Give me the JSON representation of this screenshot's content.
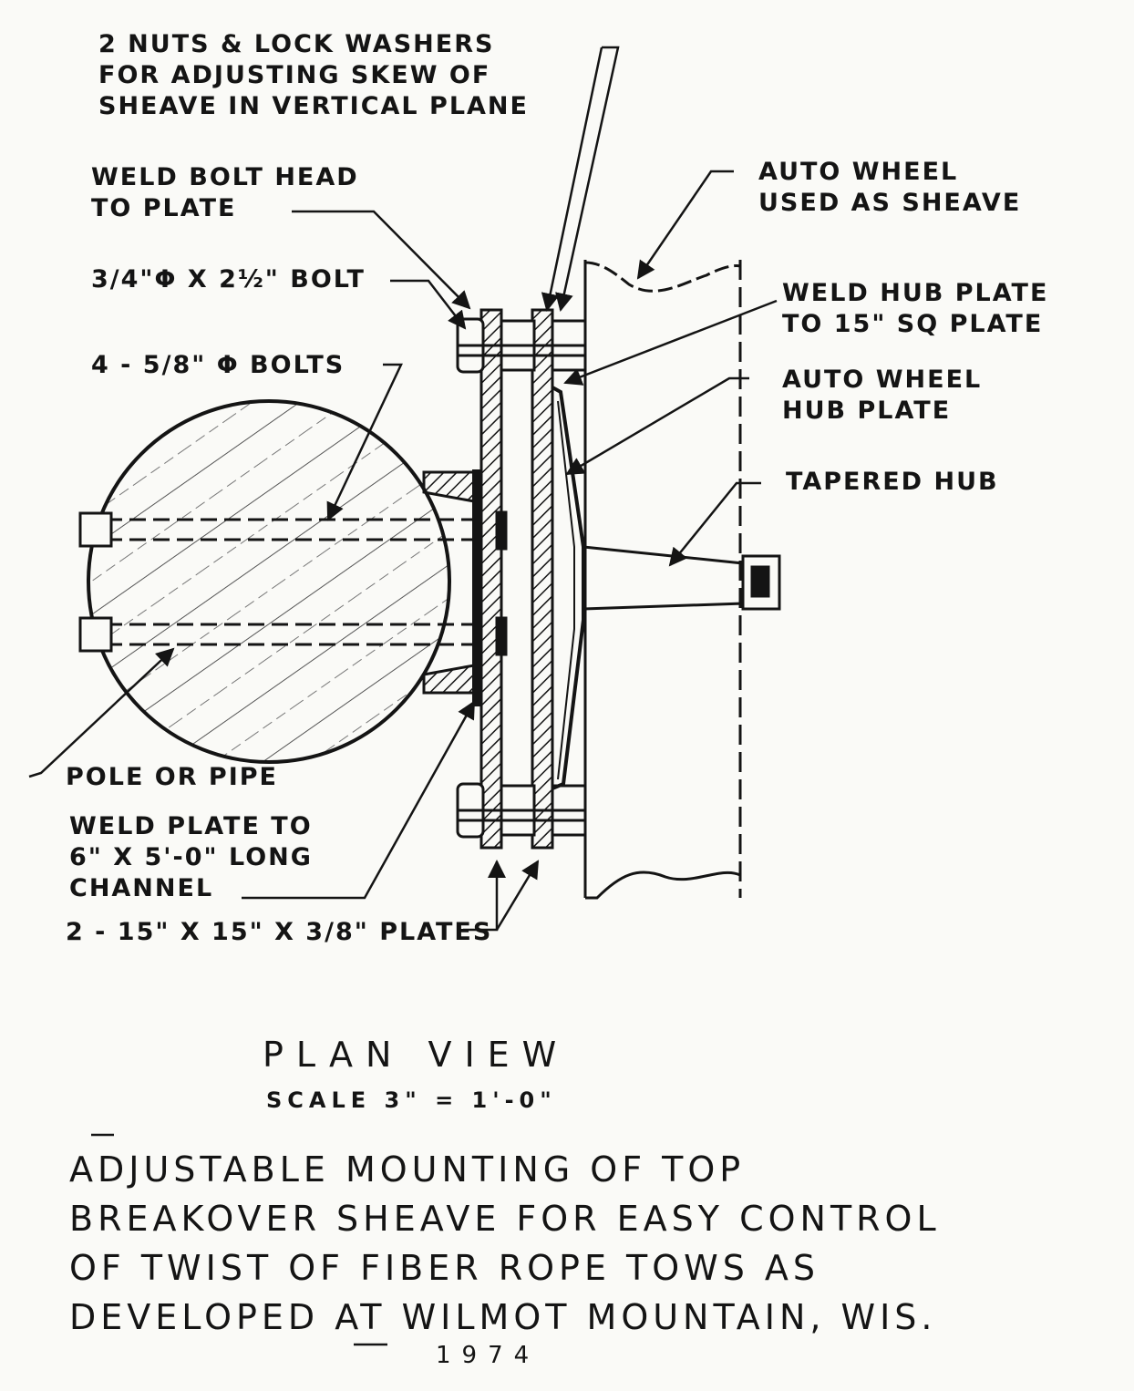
{
  "labels": {
    "nuts": [
      "2 NUTS & LOCK WASHERS",
      "FOR ADJUSTING SKEW OF",
      "SHEAVE IN VERTICAL PLANE"
    ],
    "weld_bolt_head": [
      "WELD BOLT HEAD",
      "TO PLATE"
    ],
    "bolt_34": "3/4\"ϕ x 2½\" BOLT",
    "bolts_58": "4 - 5/8\" ϕ BOLTS",
    "auto_wheel_sheave": [
      "AUTO WHEEL",
      "USED AS SHEAVE"
    ],
    "weld_hub_plate": [
      "WELD HUB PLATE",
      "TO 15\" SQ PLATE"
    ],
    "auto_wheel_hub": [
      "AUTO WHEEL",
      "HUB PLATE"
    ],
    "tapered_hub": "TAPERED HUB",
    "pole": "POLE OR PIPE",
    "weld_plate_channel": [
      "WELD PLATE TO",
      "6\" x 5'-0\" LONG",
      "CHANNEL"
    ],
    "plates": "2 - 15\" x 15\" x 3/8\" PLATES"
  },
  "title": {
    "view": "PLAN VIEW",
    "scale": "SCALE 3\" = 1'-0\""
  },
  "caption": [
    "ADJUSTABLE MOUNTING OF TOP",
    "BREAKOVER SHEAVE FOR EASY CONTROL",
    "OF TWIST OF FIBER ROPE TOWS AS",
    "DEVELOPED AT WILMOT MOUNTAIN, WIS."
  ],
  "year": "1974"
}
